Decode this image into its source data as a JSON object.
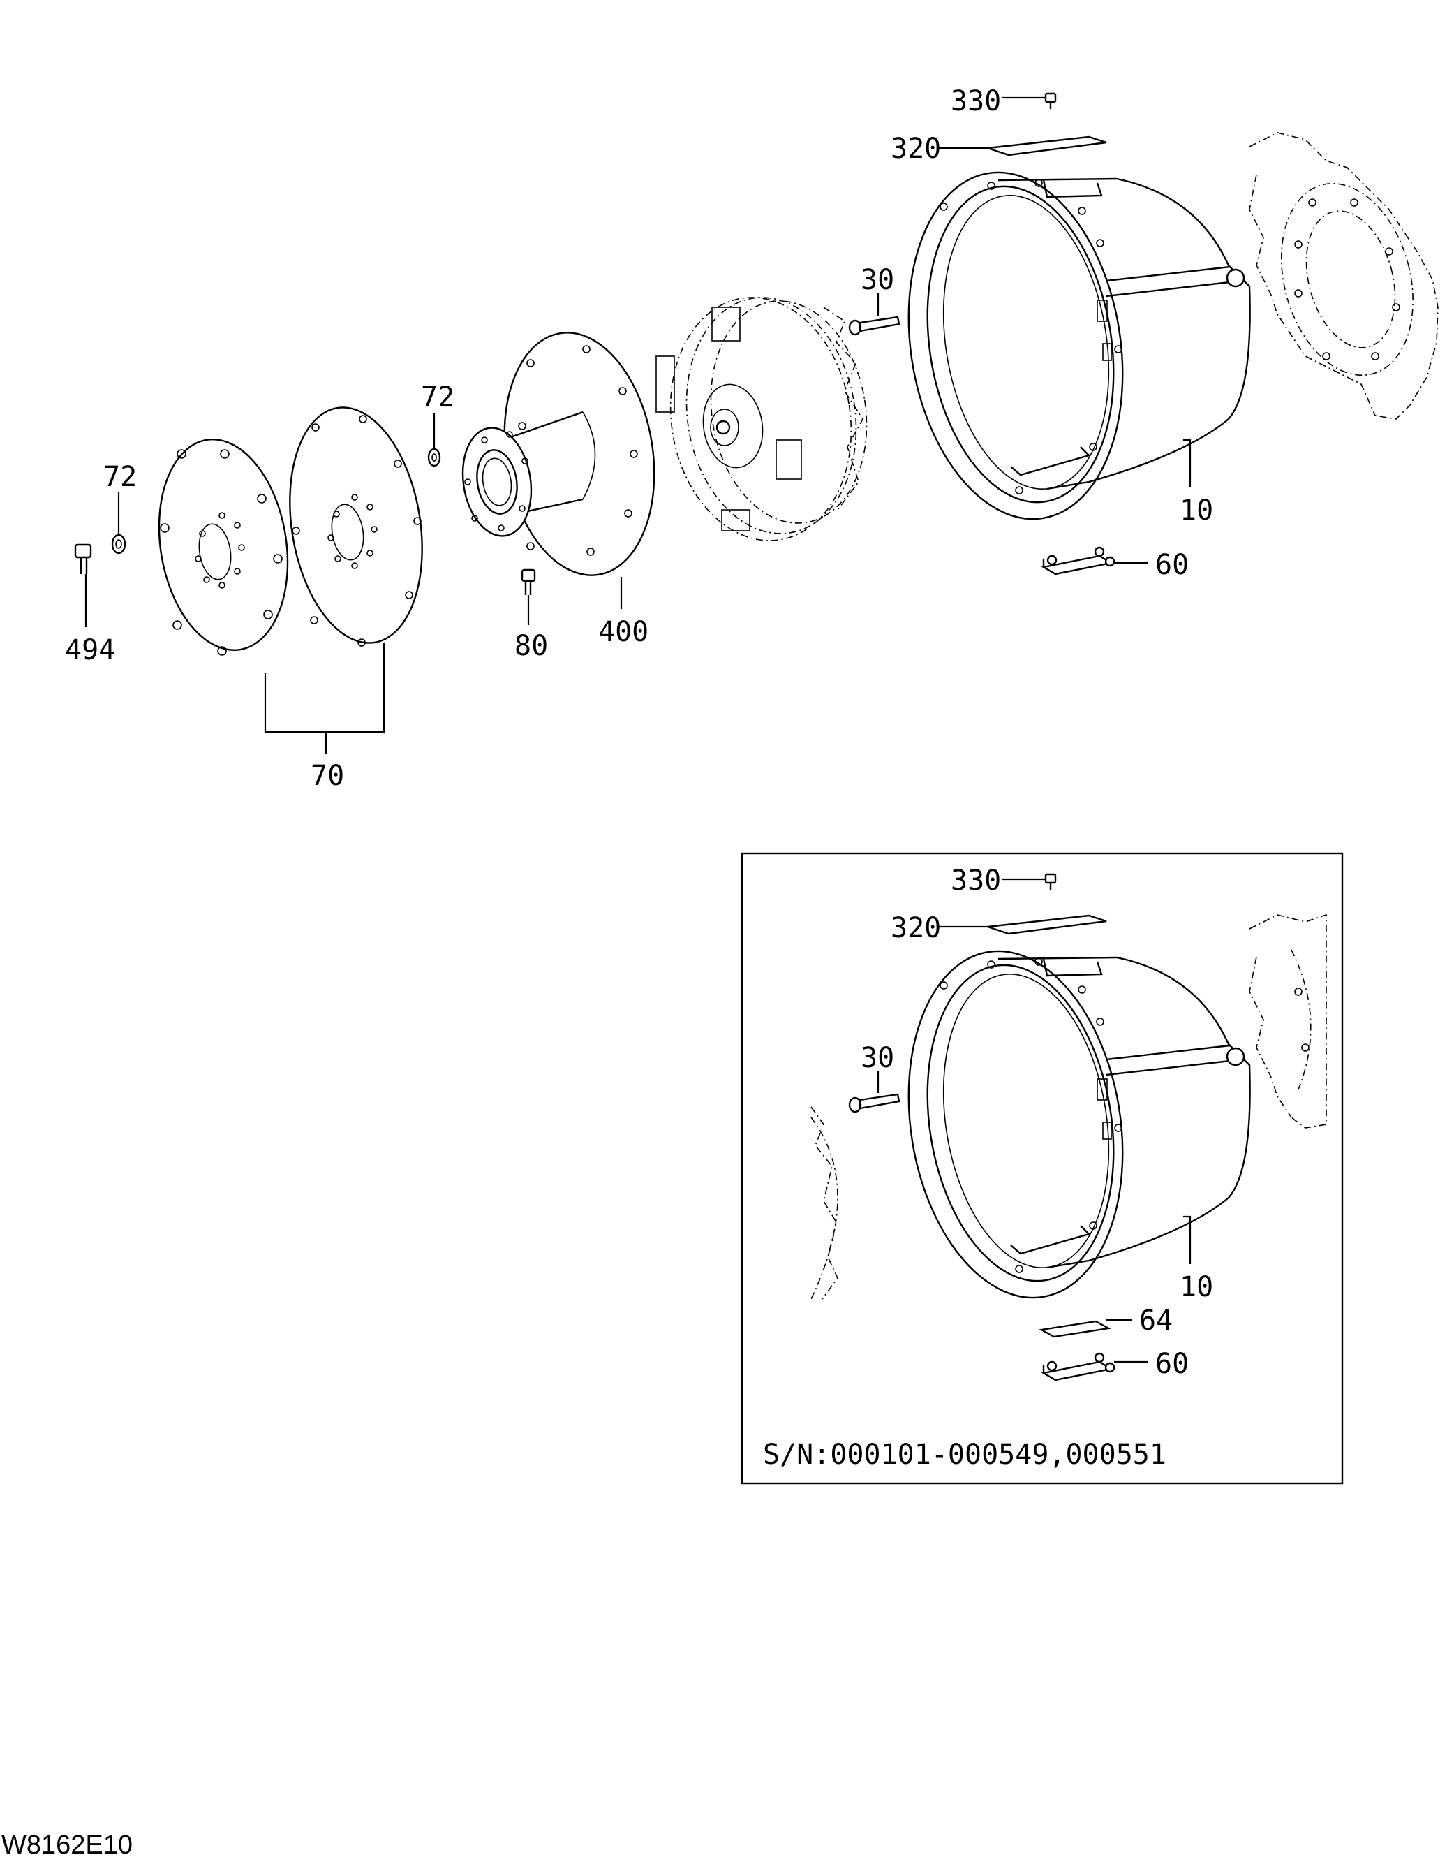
{
  "diagram_code": "W8162E10",
  "main_callouts": {
    "c330": "330",
    "c320": "320",
    "c30": "30",
    "c10": "10",
    "c60": "60",
    "c72a": "72",
    "c72b": "72",
    "c494": "494",
    "c80": "80",
    "c400": "400",
    "c70": "70"
  },
  "inset": {
    "serial_note": "S/N:000101-000549,000551",
    "callouts": {
      "c330": "330",
      "c320": "320",
      "c30": "30",
      "c10": "10",
      "c64": "64",
      "c60": "60"
    }
  }
}
